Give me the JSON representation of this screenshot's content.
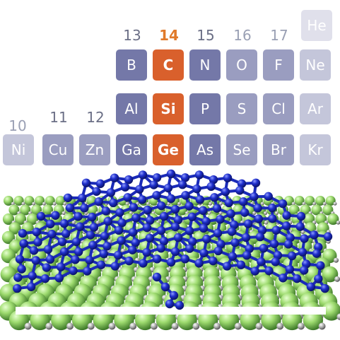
{
  "periodic_table": {
    "column_numbers": [
      "10",
      "11",
      "12",
      "13",
      "14",
      "15",
      "16",
      "17"
    ],
    "highlight_column": "14",
    "rows": [
      [
        "He"
      ],
      [
        "B",
        "C",
        "N",
        "O",
        "F",
        "Ne"
      ],
      [
        "Al",
        "Si",
        "P",
        "S",
        "Cl",
        "Ar"
      ],
      [
        "Ni",
        "Cu",
        "Zn",
        "Ga",
        "Ge",
        "As",
        "Se",
        "Br",
        "Kr"
      ]
    ],
    "highlight_elements": [
      "C",
      "Si",
      "Ge"
    ]
  },
  "colors": {
    "element_tile": "#7478a8",
    "highlight_tile": "#d9602c",
    "highlight_label": "#e07a2a",
    "top_atoms": "#1f2fcc",
    "substrate_atoms": "#9edb6f",
    "hydrogen_atoms": "#a8a8a8"
  }
}
